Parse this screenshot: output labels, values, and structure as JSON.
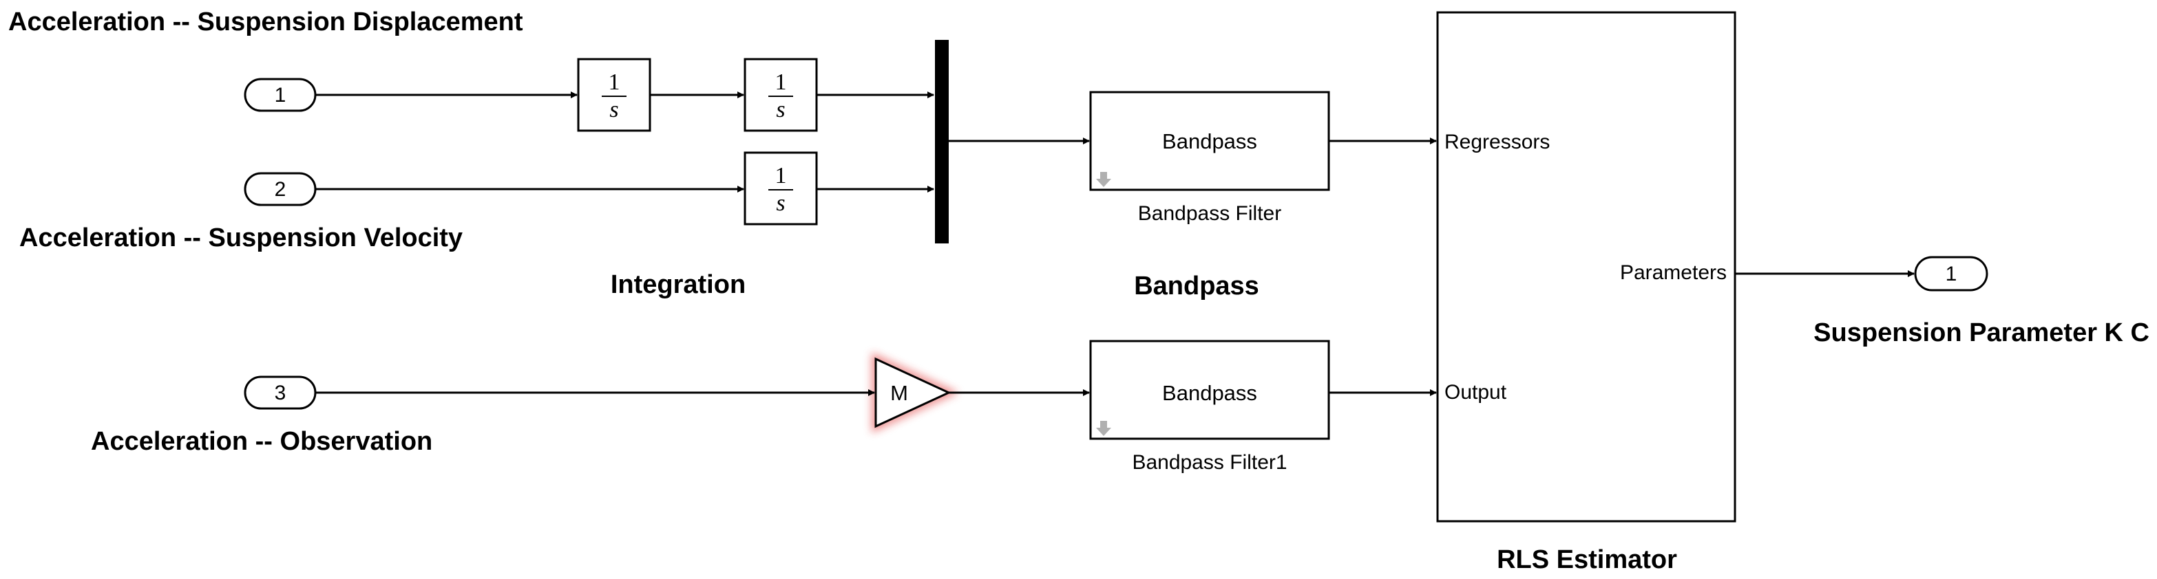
{
  "labels": {
    "input1": "Acceleration -- Suspension Displacement",
    "input2": "Acceleration -- Suspension Velocity",
    "input3": "Acceleration -- Observation",
    "integration": "Integration",
    "bandpass": "Bandpass",
    "rls": "RLS Estimator",
    "output": "Suspension Parameter K C"
  },
  "ports": {
    "in1": "1",
    "in2": "2",
    "in3": "3",
    "out1": "1"
  },
  "integrators": {
    "numerator": "1",
    "denominator": "s"
  },
  "gain": {
    "label": "M",
    "highlight_color": "#e03030"
  },
  "filters": {
    "top": {
      "text": "Bandpass",
      "name": "Bandpass Filter"
    },
    "bottom": {
      "text": "Bandpass",
      "name": "Bandpass Filter1"
    }
  },
  "estimator": {
    "in_regressors": "Regressors",
    "in_output": "Output",
    "out_parameters": "Parameters"
  }
}
